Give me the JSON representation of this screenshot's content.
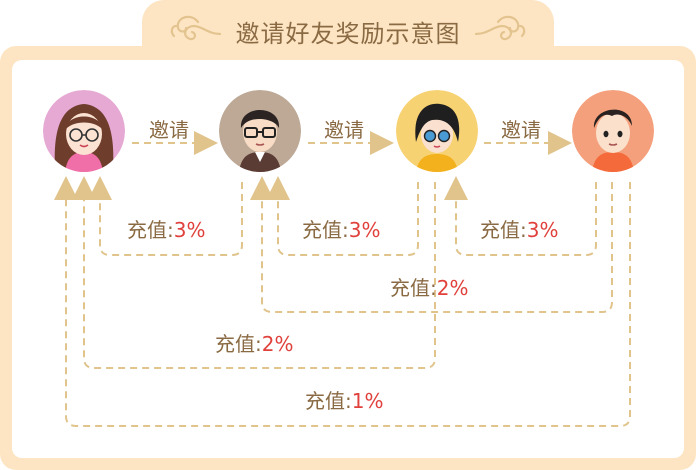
{
  "title": "邀请好友奖励示意图",
  "invite_label": "邀请",
  "reward_prefix": "充值:",
  "rewards": {
    "a_b": "3%",
    "b_c": "3%",
    "c_d": "3%",
    "b_d": "2%",
    "a_c": "2%",
    "a_d": "1%"
  },
  "colors": {
    "frame": "#fde5c4",
    "line": "#e0c48c",
    "text": "#8a6a43",
    "percent": "#e0413c"
  }
}
